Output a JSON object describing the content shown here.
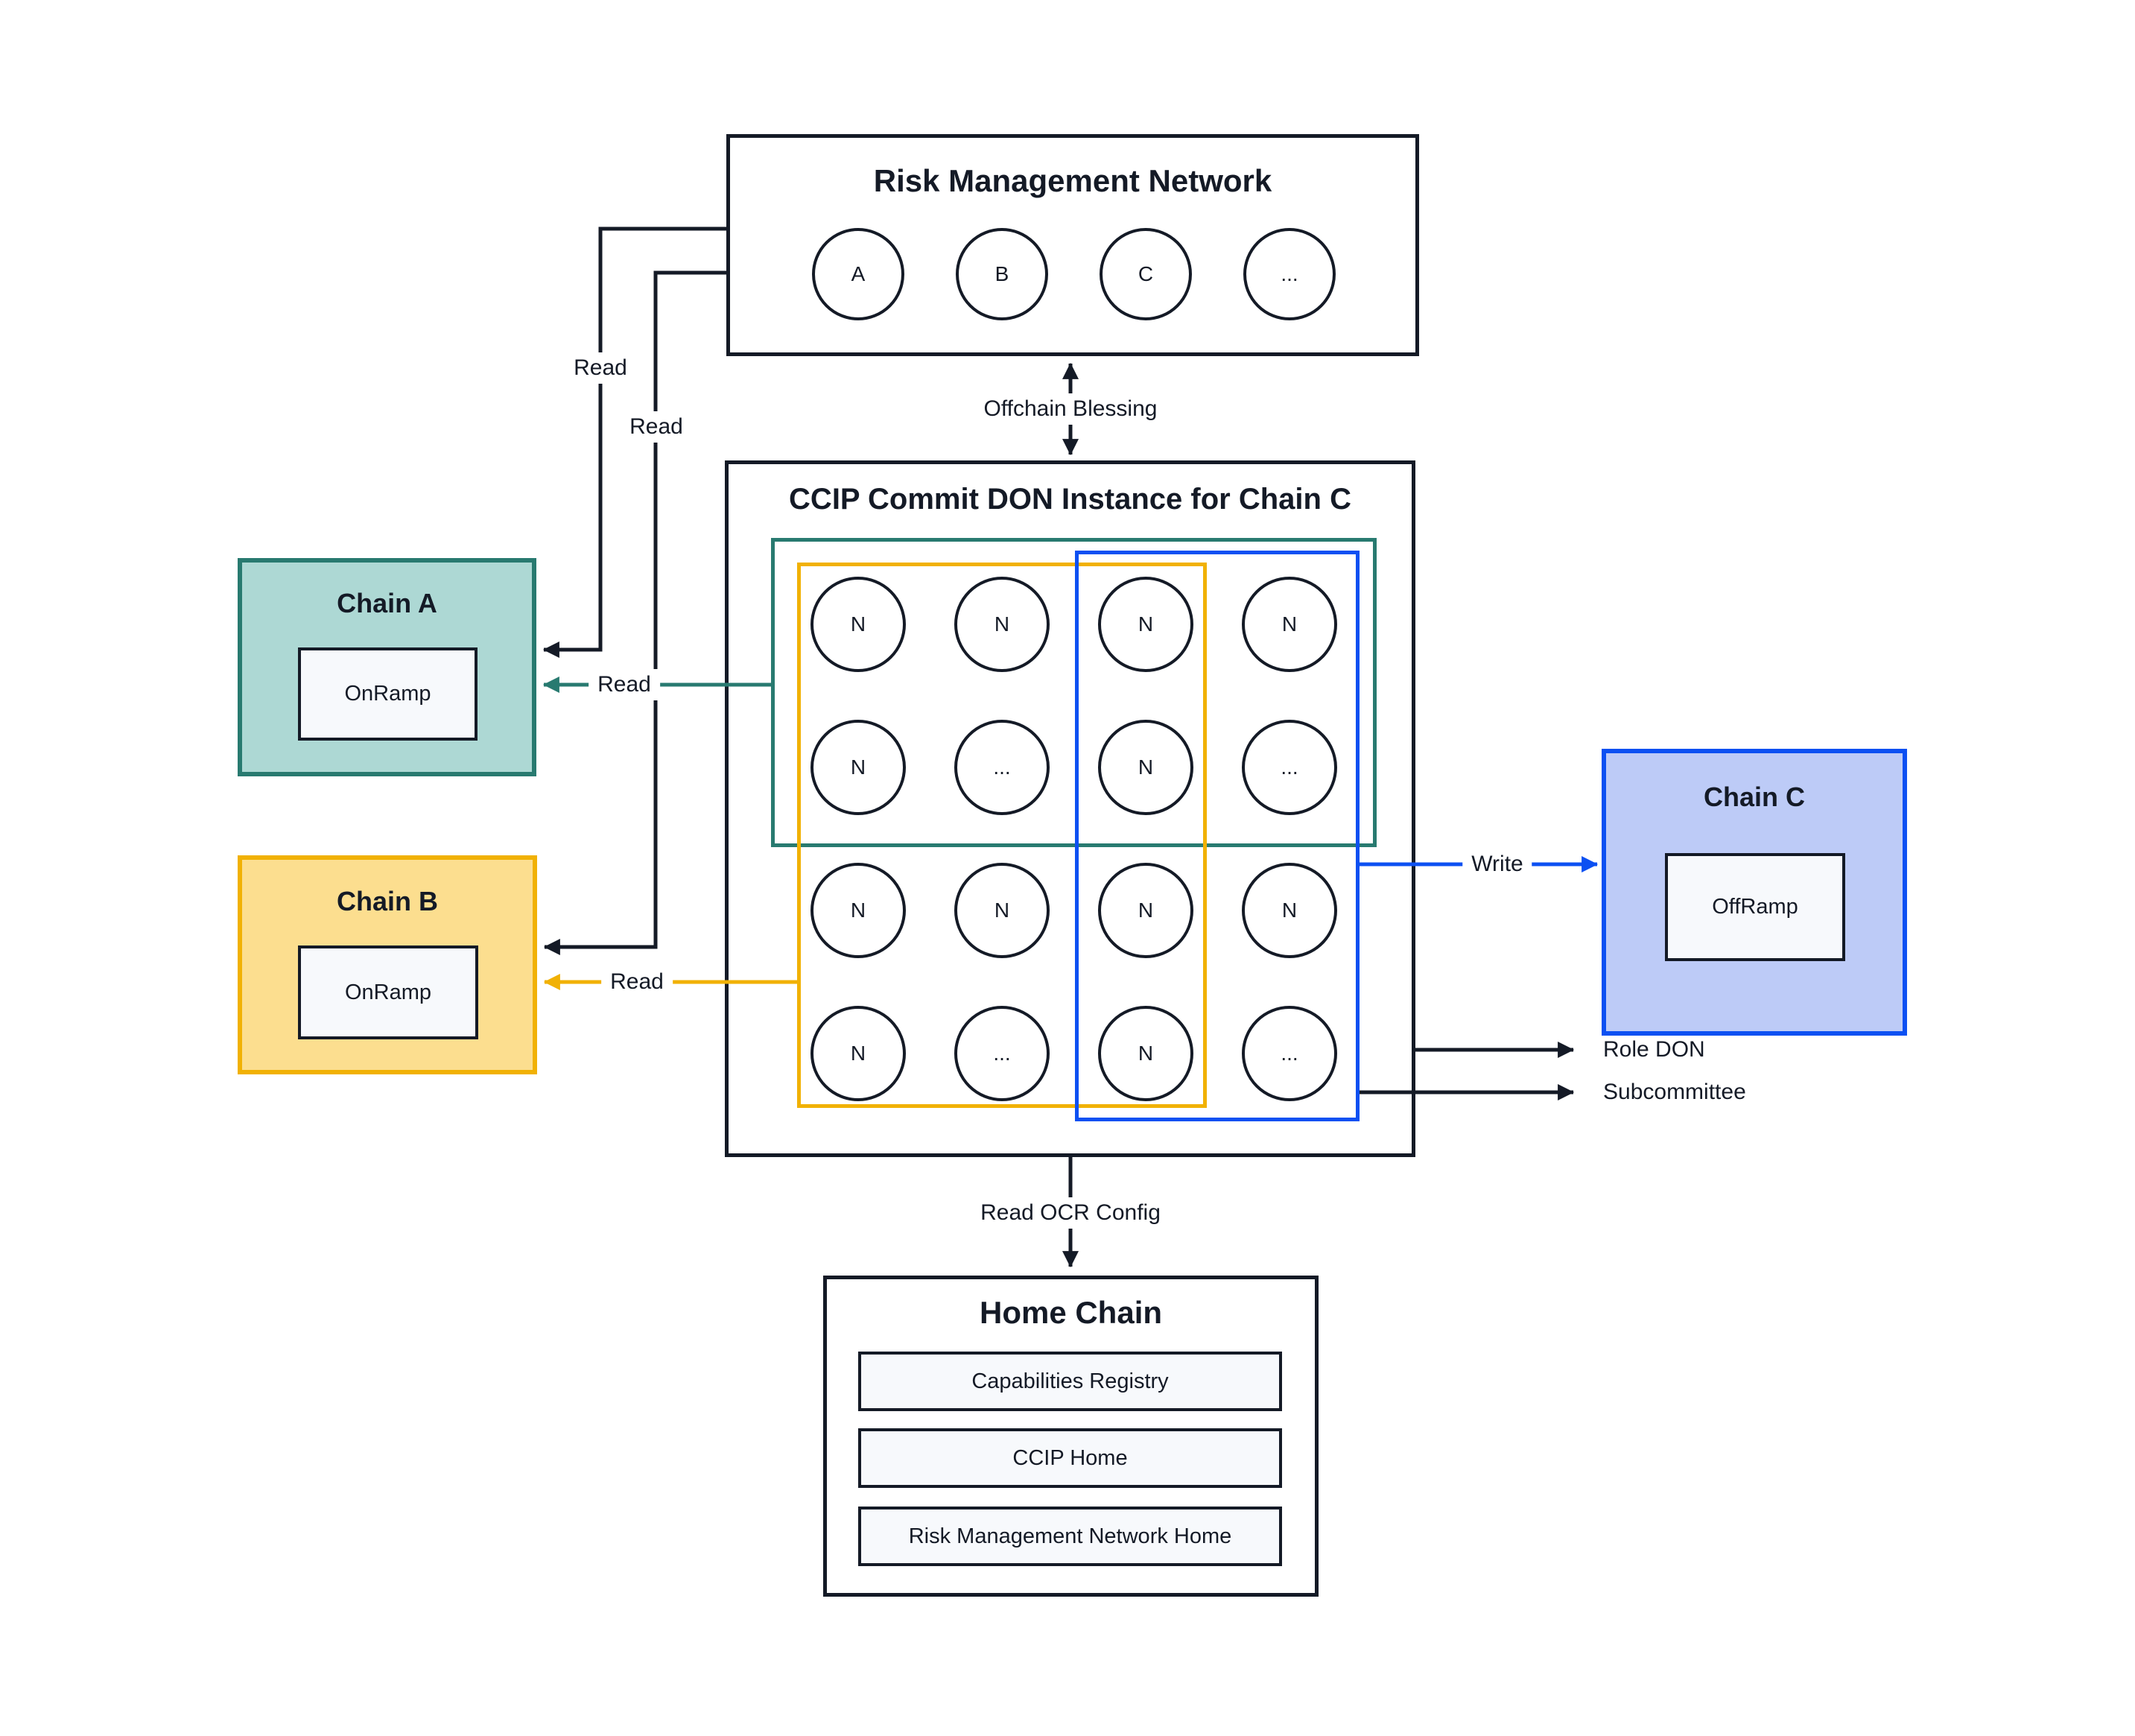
{
  "palette": {
    "dark": "#141A26",
    "teal_border": "#287A70",
    "teal_fill": "#ADD8D4",
    "yellow_border": "#F1B104",
    "yellow_fill": "#FCDE8F",
    "blue_border": "#0C50F2",
    "blue_fill": "#BDCBF7",
    "panel_fill": "#F7F9FC"
  },
  "rmn": {
    "title": "Risk Management Network",
    "nodes": [
      {
        "label": "A"
      },
      {
        "label": "B"
      },
      {
        "label": "C"
      },
      {
        "label": "..."
      }
    ]
  },
  "don": {
    "title": "CCIP Commit DON Instance for Chain C",
    "nodes": [
      {
        "label": "N"
      },
      {
        "label": "N"
      },
      {
        "label": "N"
      },
      {
        "label": "N"
      },
      {
        "label": "N"
      },
      {
        "label": "..."
      },
      {
        "label": "N"
      },
      {
        "label": "..."
      },
      {
        "label": "N"
      },
      {
        "label": "N"
      },
      {
        "label": "N"
      },
      {
        "label": "N"
      },
      {
        "label": "N"
      },
      {
        "label": "..."
      },
      {
        "label": "N"
      },
      {
        "label": "..."
      }
    ]
  },
  "chain_a": {
    "title": "Chain A",
    "ramp": "OnRamp"
  },
  "chain_b": {
    "title": "Chain B",
    "ramp": "OnRamp"
  },
  "chain_c": {
    "title": "Chain C",
    "ramp": "OffRamp"
  },
  "home": {
    "title": "Home Chain",
    "items": [
      {
        "label": "Capabilities Registry"
      },
      {
        "label": "CCIP Home"
      },
      {
        "label": "Risk Management Network Home"
      }
    ]
  },
  "labels": {
    "offchain_blessing": "Offchain Blessing",
    "read_rmn_to_a": "Read",
    "read_rmn_to_b": "Read",
    "read_don_to_a": "Read",
    "read_don_to_b": "Read",
    "write": "Write",
    "role_don": "Role DON",
    "subcommittee": "Subcommittee",
    "read_ocr_config": "Read OCR Config"
  }
}
